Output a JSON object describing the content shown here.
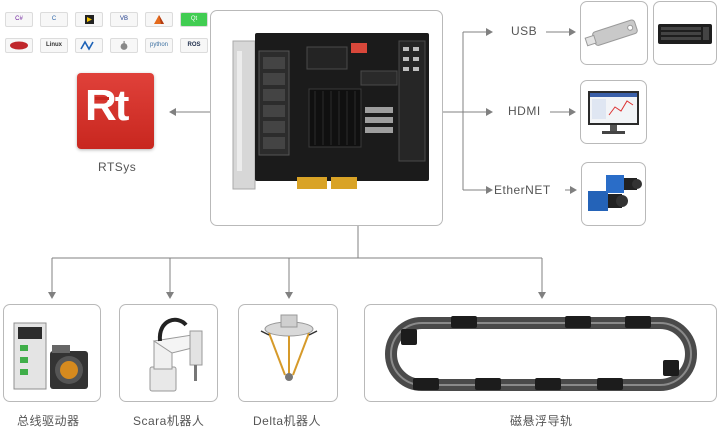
{
  "software_logos": [
    "C#",
    "C",
    "",
    "VB",
    "",
    "Qt",
    "",
    "Linux",
    "",
    "",
    "python",
    "ROS"
  ],
  "rtsys_logo_text": "Rt",
  "rtsys_label": "RTSys",
  "interfaces": {
    "usb": "USB",
    "hdmi": "HDMI",
    "ethernet": "EtherNET"
  },
  "applications": {
    "servo": "总线驱动器",
    "scara": "Scara机器人",
    "delta": "Delta机器人",
    "maglev": "磁悬浮导轨"
  },
  "colors": {
    "brand_red": "#d9302a",
    "line": "#808080",
    "border": "#b9b9b9"
  }
}
